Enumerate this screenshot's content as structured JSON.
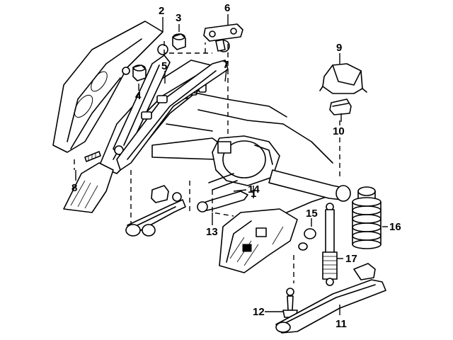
{
  "diagram": {
    "callouts": [
      {
        "id": "c1",
        "text": "1"
      },
      {
        "id": "c2",
        "text": "2"
      },
      {
        "id": "c3",
        "text": "3"
      },
      {
        "id": "c4",
        "text": "4"
      },
      {
        "id": "c5",
        "text": "5"
      },
      {
        "id": "c6",
        "text": "6"
      },
      {
        "id": "c7",
        "text": "7"
      },
      {
        "id": "c8",
        "text": "8"
      },
      {
        "id": "c9",
        "text": "9"
      },
      {
        "id": "c10",
        "text": "10"
      },
      {
        "id": "c11",
        "text": "11"
      },
      {
        "id": "c12",
        "text": "12"
      },
      {
        "id": "c13",
        "text": "13"
      },
      {
        "id": "c14",
        "text": "14"
      },
      {
        "id": "c15",
        "text": "15"
      },
      {
        "id": "c16",
        "text": "16"
      },
      {
        "id": "c17",
        "text": "17"
      }
    ],
    "colors": {
      "ink": "#000000",
      "paper": "#ffffff"
    }
  }
}
